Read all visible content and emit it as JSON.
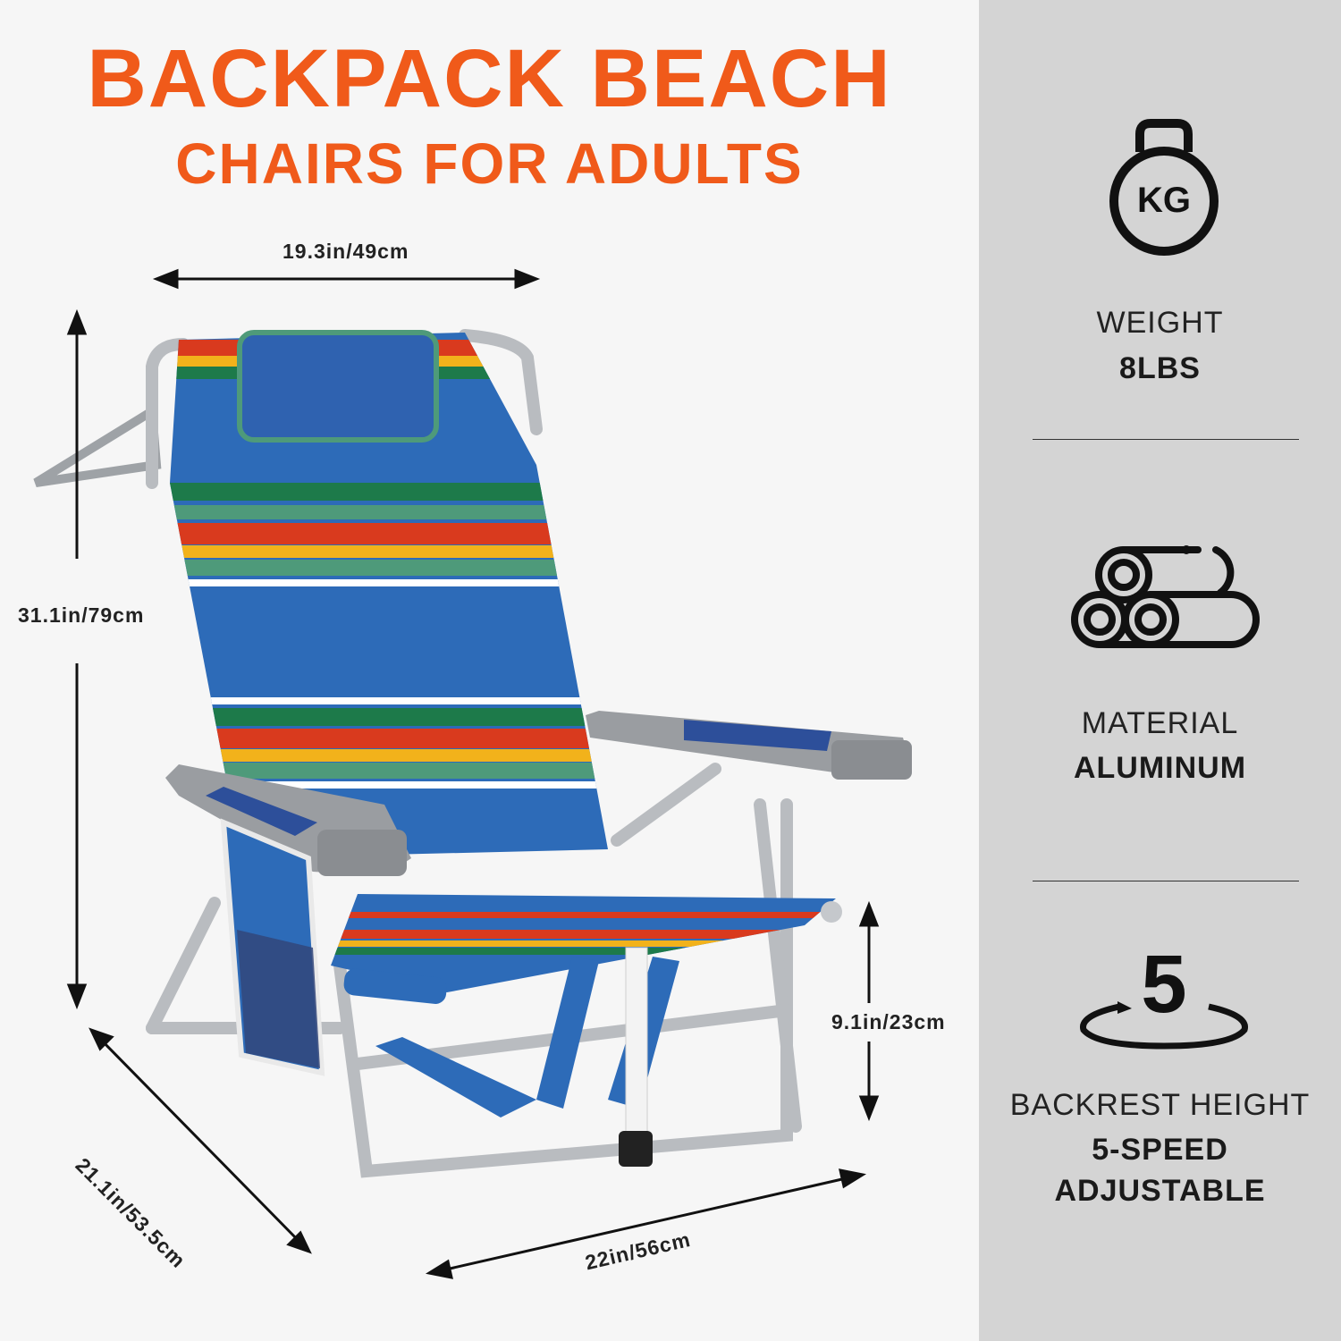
{
  "title": {
    "line1": "BACKPACK BEACH",
    "line2": "CHAIRS FOR ADULTS"
  },
  "dimensions": {
    "width_top": "19.3in/49cm",
    "height": "31.1in/79cm",
    "seat_height": "9.1in/23cm",
    "depth": "21.1in/53.5cm",
    "width_bottom": "22in/56cm"
  },
  "specs": {
    "weight": {
      "icon": "kettlebell-icon",
      "icon_text": "KG",
      "label": "WEIGHT",
      "value": "8LBS"
    },
    "material": {
      "icon": "aluminum-tubes-icon",
      "label": "MATERIAL",
      "value": "ALUMINUM"
    },
    "backrest": {
      "icon": "five-position-icon",
      "icon_text": "5",
      "label": "BACKREST HEIGHT",
      "value_line1": "5-SPEED",
      "value_line2": "ADJUSTABLE"
    }
  },
  "colors": {
    "accent_orange": "#f05a1a",
    "sidebar_gray": "#d4d4d4"
  }
}
